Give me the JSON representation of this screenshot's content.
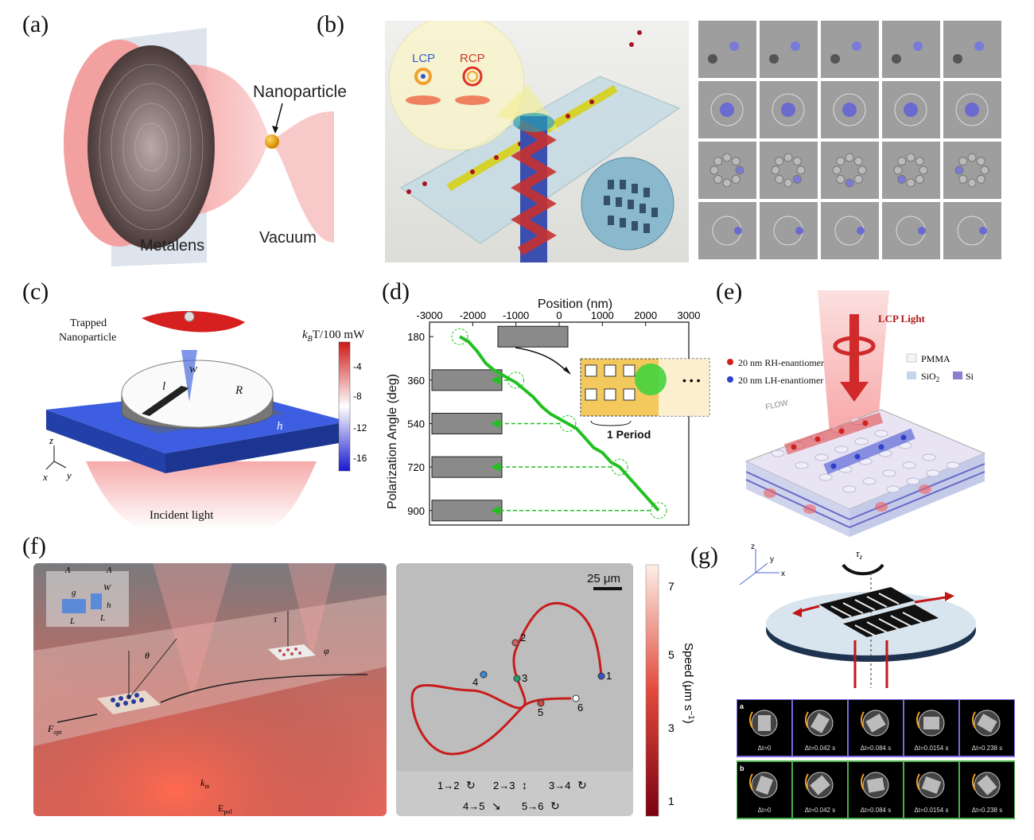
{
  "labels": {
    "a": "(a)",
    "b": "(b)",
    "c": "(c)",
    "d": "(d)",
    "e": "(e)",
    "f": "(f)",
    "g": "(g)"
  },
  "panel_a": {
    "metalens": "Metalens",
    "vacuum": "Vacuum",
    "nanoparticle": "Nanoparticle"
  },
  "panel_b": {
    "lcp": "LCP",
    "rcp": "RCP"
  },
  "panel_c": {
    "trapped": "Trapped",
    "nanoparticle": "Nanoparticle",
    "incident": "Incident light",
    "cb_title": "k",
    "cb_sub": "B",
    "cb_rest": "T/100 mW",
    "cb_ticks": [
      "-4",
      "-8",
      "-12",
      "-16"
    ],
    "l": "l",
    "w": "w",
    "R": "R",
    "h": "h",
    "z": "z",
    "x": "x",
    "y": "y"
  },
  "panel_d": {
    "xlabel": "Position (nm)",
    "ylabel": "Polarization Angle (deg)",
    "xticks": [
      "-3000",
      "-2000",
      "-1000",
      "0",
      "1000",
      "2000",
      "3000"
    ],
    "yticks": [
      "180",
      "360",
      "540",
      "720",
      "900"
    ],
    "period": "1 Period"
  },
  "panel_e": {
    "lcp": "LCP Light",
    "rh": "20 nm RH-enantiomer",
    "lh": "20 nm LH-enantiomer",
    "pmma": "PMMA",
    "sio2": "SiO",
    "sio2_sub": "2",
    "si": "Si",
    "flow": "FLOW"
  },
  "panel_f": {
    "scale": "25 μm",
    "speed": "Speed (μm s",
    "speed_sup": "−1",
    "cb_ticks": [
      "7",
      "5",
      "3",
      "1"
    ],
    "points": [
      "1",
      "2",
      "3",
      "4",
      "5",
      "6"
    ],
    "legend": [
      "1→2",
      "2→3",
      "3→4",
      "4→5",
      "5→6"
    ],
    "theta": "θ",
    "phi": "φ",
    "tau": "τ",
    "fopt": "F",
    "fopt_sub": "opt",
    "kin": "k",
    "kin_sub": "in",
    "epol": "E",
    "epol_sub": "pol",
    "lx": "Λ",
    "ly": "Λ",
    "g": "g",
    "W": "W",
    "h": "h",
    "L1": "L",
    "L2": "L"
  },
  "panel_g": {
    "tau": "τ",
    "tau_sub": "z",
    "axis_z": "z",
    "axis_y": "y",
    "axis_x": "x",
    "row_a": "a",
    "row_b": "b",
    "times": [
      "Δt=0",
      "Δt=0.042 s",
      "Δt=0.084 s",
      "Δt=0.0154 s",
      "Δt=0.238 s"
    ]
  },
  "chart_data": {
    "type": "line",
    "xlabel": "Position (nm)",
    "ylabel": "Polarization Angle (deg)",
    "xlim": [
      -3000,
      3000
    ],
    "ylim": [
      960,
      120
    ],
    "series": [
      {
        "values": [
          [
            -2300,
            180
          ],
          [
            -2100,
            200
          ],
          [
            -1900,
            240
          ],
          [
            -1700,
            290
          ],
          [
            -1500,
            320
          ],
          [
            -1300,
            340
          ],
          [
            -1000,
            370
          ],
          [
            -800,
            400
          ],
          [
            -600,
            430
          ],
          [
            -400,
            470
          ],
          [
            -200,
            500
          ],
          [
            0,
            520
          ],
          [
            200,
            540
          ],
          [
            400,
            560
          ],
          [
            600,
            600
          ],
          [
            800,
            640
          ],
          [
            1000,
            660
          ],
          [
            1200,
            700
          ],
          [
            1400,
            720
          ],
          [
            1600,
            760
          ],
          [
            1800,
            800
          ],
          [
            2000,
            840
          ],
          [
            2200,
            880
          ],
          [
            2300,
            900
          ]
        ]
      }
    ]
  }
}
